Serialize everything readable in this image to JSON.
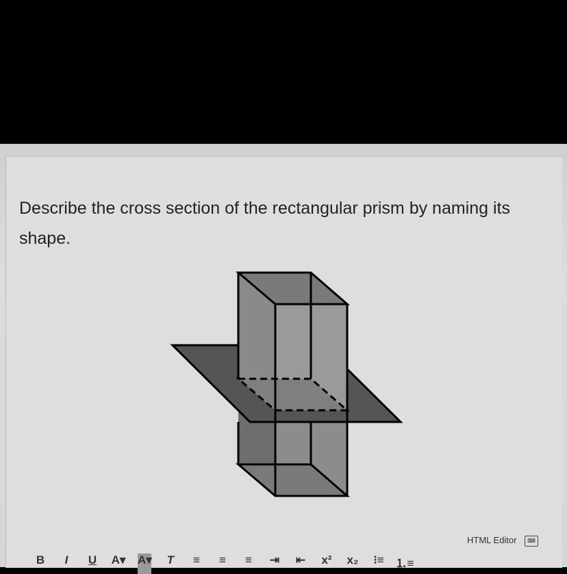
{
  "question": {
    "text": "Describe the cross section of the rectangular prism by naming its shape."
  },
  "figure": {
    "colors": {
      "prism": "#8a8a8a",
      "prism_dark": "#6e6e6e",
      "plane": "#555555",
      "edge": "#000000"
    }
  },
  "editor": {
    "label": "HTML Editor",
    "keyboard_icon": "keyboard-icon",
    "toolbar": [
      {
        "name": "bold-button",
        "label": "B"
      },
      {
        "name": "italic-button",
        "label": "I"
      },
      {
        "name": "underline-button",
        "label": "U"
      },
      {
        "name": "font-color-button",
        "label": "A▾"
      },
      {
        "name": "highlight-color-button",
        "label": "A▾"
      },
      {
        "name": "clear-format-button",
        "label": "T"
      },
      {
        "name": "align-left-button",
        "label": "≡"
      },
      {
        "name": "align-center-button",
        "label": "≡"
      },
      {
        "name": "align-right-button",
        "label": "≡"
      },
      {
        "name": "indent-button",
        "label": "⇥"
      },
      {
        "name": "outdent-button",
        "label": "⇤"
      },
      {
        "name": "superscript-button",
        "label": "x²"
      },
      {
        "name": "subscript-button",
        "label": "x₂"
      },
      {
        "name": "bullet-list-button",
        "label": "⁝≡"
      },
      {
        "name": "numbered-list-button",
        "label": "⒈≡"
      }
    ]
  }
}
